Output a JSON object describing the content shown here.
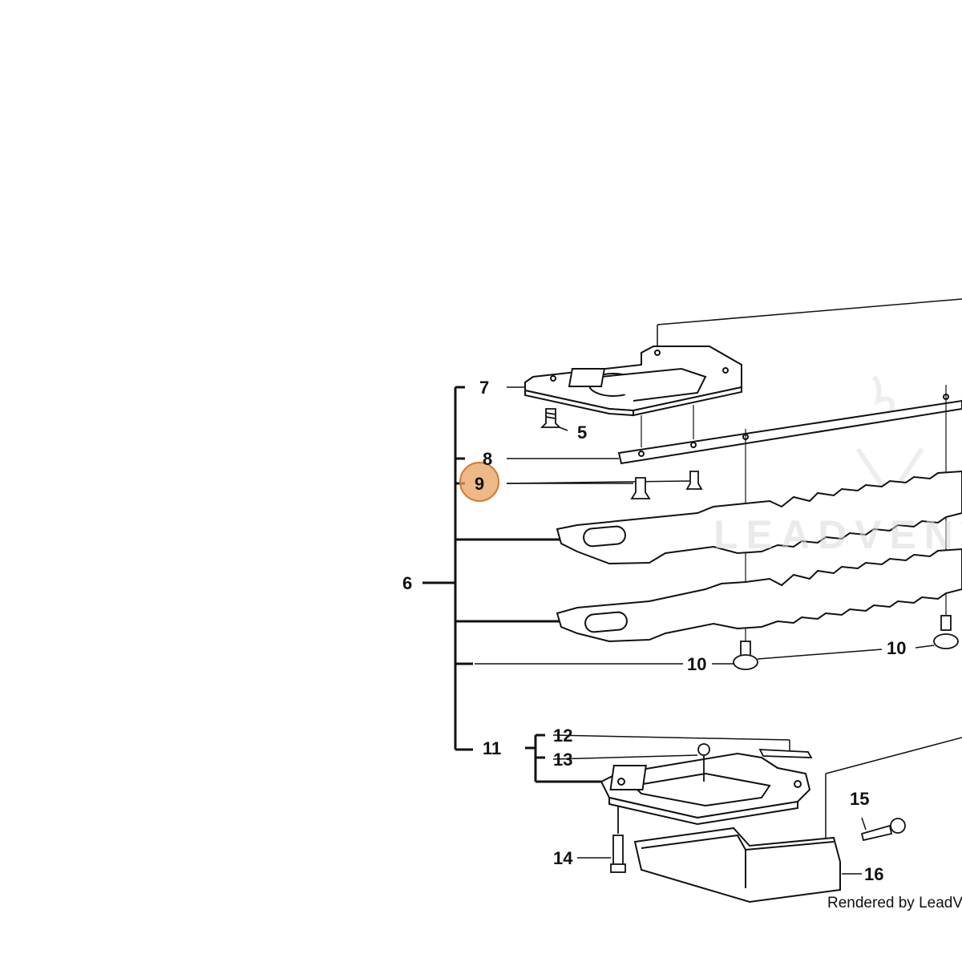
{
  "callouts": [
    {
      "id": "5",
      "label": "5"
    },
    {
      "id": "6",
      "label": "6"
    },
    {
      "id": "7",
      "label": "7"
    },
    {
      "id": "8",
      "label": "8"
    },
    {
      "id": "9",
      "label": "9",
      "highlighted": true
    },
    {
      "id": "10a",
      "label": "10"
    },
    {
      "id": "10b",
      "label": "10"
    },
    {
      "id": "11",
      "label": "11"
    },
    {
      "id": "12",
      "label": "12"
    },
    {
      "id": "13",
      "label": "13"
    },
    {
      "id": "14",
      "label": "14"
    },
    {
      "id": "15",
      "label": "15"
    },
    {
      "id": "16",
      "label": "16"
    }
  ],
  "highlight_color": "#e8a060",
  "highlight_stroke": "#d07a30",
  "watermark": {
    "brand": "LEADVENT"
  },
  "footer": {
    "credit": "Rendered by LeadVent"
  }
}
